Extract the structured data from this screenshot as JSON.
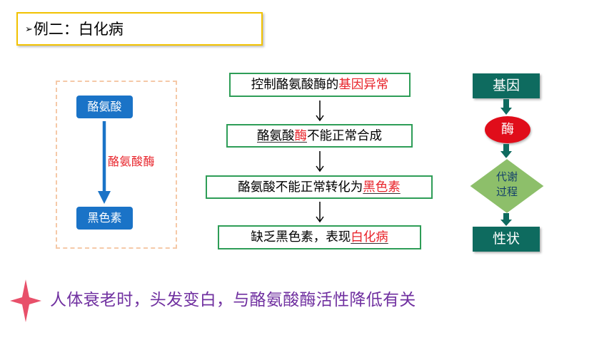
{
  "title": {
    "bullet": "➢",
    "text": "例二：白化病"
  },
  "left_panel": {
    "top_box": "酪氨酸",
    "enzyme_label": "酪氨酸酶",
    "bottom_box": "黑色素"
  },
  "chain": {
    "step1": {
      "plain": "控制酪氨酸酶的",
      "highlight": "基因异常"
    },
    "step2": {
      "before": "酪氨酸",
      "highlight": "酶",
      "after": "不能正常合成"
    },
    "step3": {
      "plain": "酪氨酸不能正常转化为",
      "highlight": "黑色素"
    },
    "step4": {
      "plain": "缺乏黑色素，表现",
      "highlight": "白化病"
    }
  },
  "flow": {
    "gene": "基因",
    "enzyme": "酶",
    "metab_line1": "代谢",
    "metab_line2": "过程",
    "trait": "性状"
  },
  "bottom_note": "人体衰老时，头发变白，与酪氨酸酶活性降低有关",
  "colors": {
    "title_border": "#f2c200",
    "blue_box": "#1a73c7",
    "red_text": "#e8232a",
    "green_border": "#2e9d57",
    "teal_box": "#0e6b5f",
    "enzyme_oval": "#e00d1a",
    "diamond_fill": "#8dbf6a",
    "bottom_text": "#7030a0",
    "star": "#e8506a"
  }
}
